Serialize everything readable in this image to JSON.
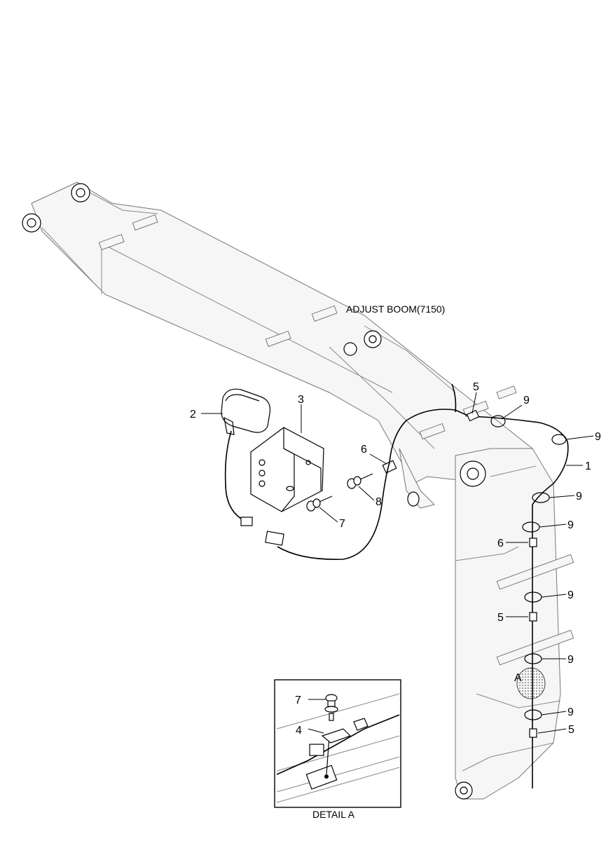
{
  "labels": {
    "adjust_boom": "ADJUST BOOM(7150)",
    "detail_caption": "DETAIL  A",
    "detail_marker": "A"
  },
  "callouts": {
    "c1": "1",
    "c2": "2",
    "c3": "3",
    "c4": "4",
    "c5a": "5",
    "c5b": "5",
    "c5c": "5",
    "c6a": "6",
    "c6b": "6",
    "c7a": "7",
    "c7b": "7",
    "c8": "8",
    "c9a": "9",
    "c9b": "9",
    "c9c": "9",
    "c9d": "9",
    "c9e": "9",
    "c9f": "9",
    "c9g": "9"
  }
}
